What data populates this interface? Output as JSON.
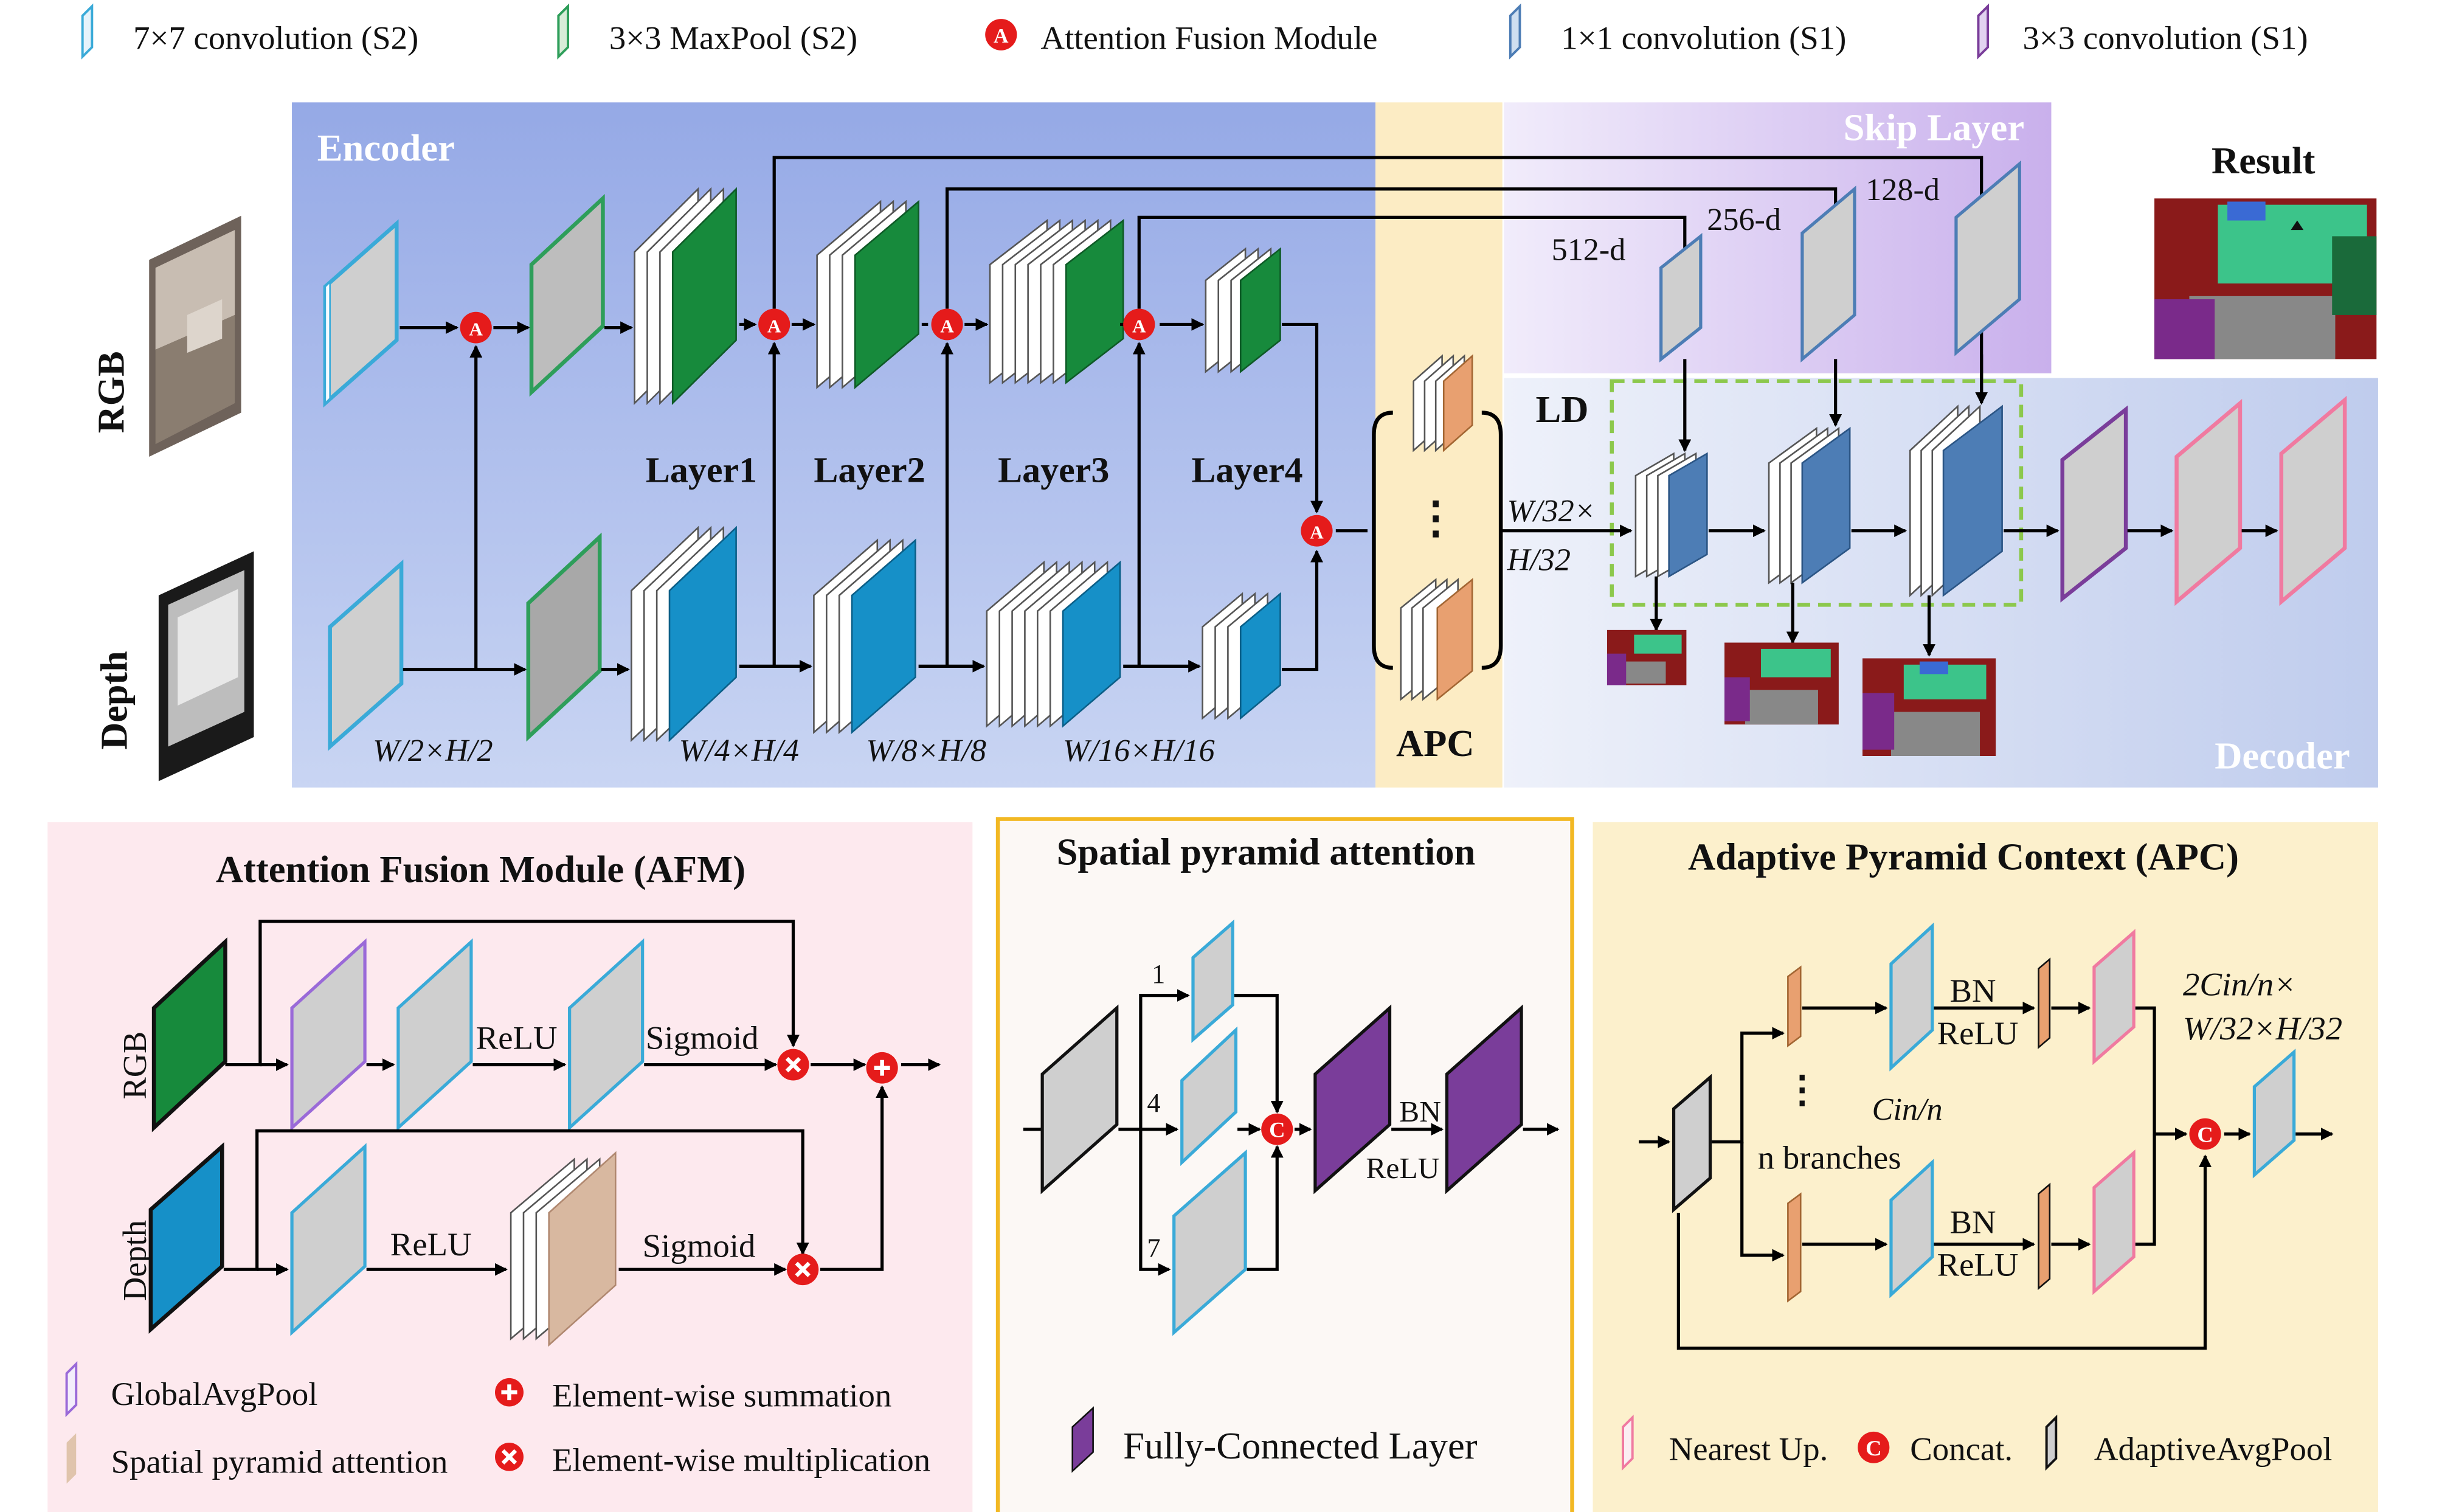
{
  "legend_top": {
    "conv7": "7×7 convolution (S2)",
    "maxpool": "3×3 MaxPool (S2)",
    "afm": "Attention Fusion Module",
    "conv1": "1×1 convolution (S1)",
    "conv3": "3×3 convolution (S1)",
    "afm_badge": "A"
  },
  "main": {
    "encoder": "Encoder",
    "skip": "Skip Layer",
    "decoder": "Decoder",
    "apc": "APC",
    "ld": "LD",
    "result": "Result",
    "rgb": "RGB",
    "depth": "Depth",
    "layers": [
      "Layer1",
      "Layer2",
      "Layer3",
      "Layer4"
    ],
    "dims": [
      "W/2×H/2",
      "W/4×H/4",
      "W/8×H/8",
      "W/16×H/16"
    ],
    "apc_out_1": "W/32×",
    "apc_out_2": "H/32",
    "skip_dims": [
      "512-d",
      "256-d",
      "128-d"
    ],
    "ellipsis": "⋮"
  },
  "afm_panel": {
    "title": "Attention Fusion Module (AFM)",
    "rgb": "RGB",
    "depth": "Depth",
    "relu": "ReLU",
    "sigmoid": "Sigmoid",
    "legend": {
      "gap": "GlobalAvgPool",
      "spa": "Spatial pyramid attention",
      "sum": "Element-wise summation",
      "mul": "Element-wise multiplication"
    }
  },
  "spa_panel": {
    "title": "Spatial pyramid attention",
    "k1": "1",
    "k4": "4",
    "k7": "7",
    "bn": "BN",
    "relu": "ReLU",
    "concat_badge": "C",
    "legend_fc": "Fully-Connected Layer"
  },
  "apc_panel": {
    "title": "Adaptive Pyramid Context (APC)",
    "bn": "BN",
    "relu": "ReLU",
    "cin": "Cin/n",
    "branches": "n branches",
    "out1": "2Cin/n×",
    "out2": "W/32×H/32",
    "legend": {
      "up": "Nearest Up.",
      "concat": "Concat.",
      "pool": "AdaptiveAvgPool"
    }
  },
  "colors": {
    "encoder_bg": "#9aaee8",
    "apc_bg": "#fcecc4",
    "skip_bg": "#dccff2",
    "decoder_bg": "#c4d2ef",
    "afm_bg": "#fde9ee",
    "spa_bg": "#fcf8f5",
    "spa_border": "#f2b823",
    "apcpanel_bg": "#fcf0cc",
    "green": "#178a3c",
    "blue": "#1690c8",
    "steel": "#4d7db5",
    "purple": "#7a3d9a",
    "orange": "#e8a070",
    "red": "#e51b1b"
  }
}
